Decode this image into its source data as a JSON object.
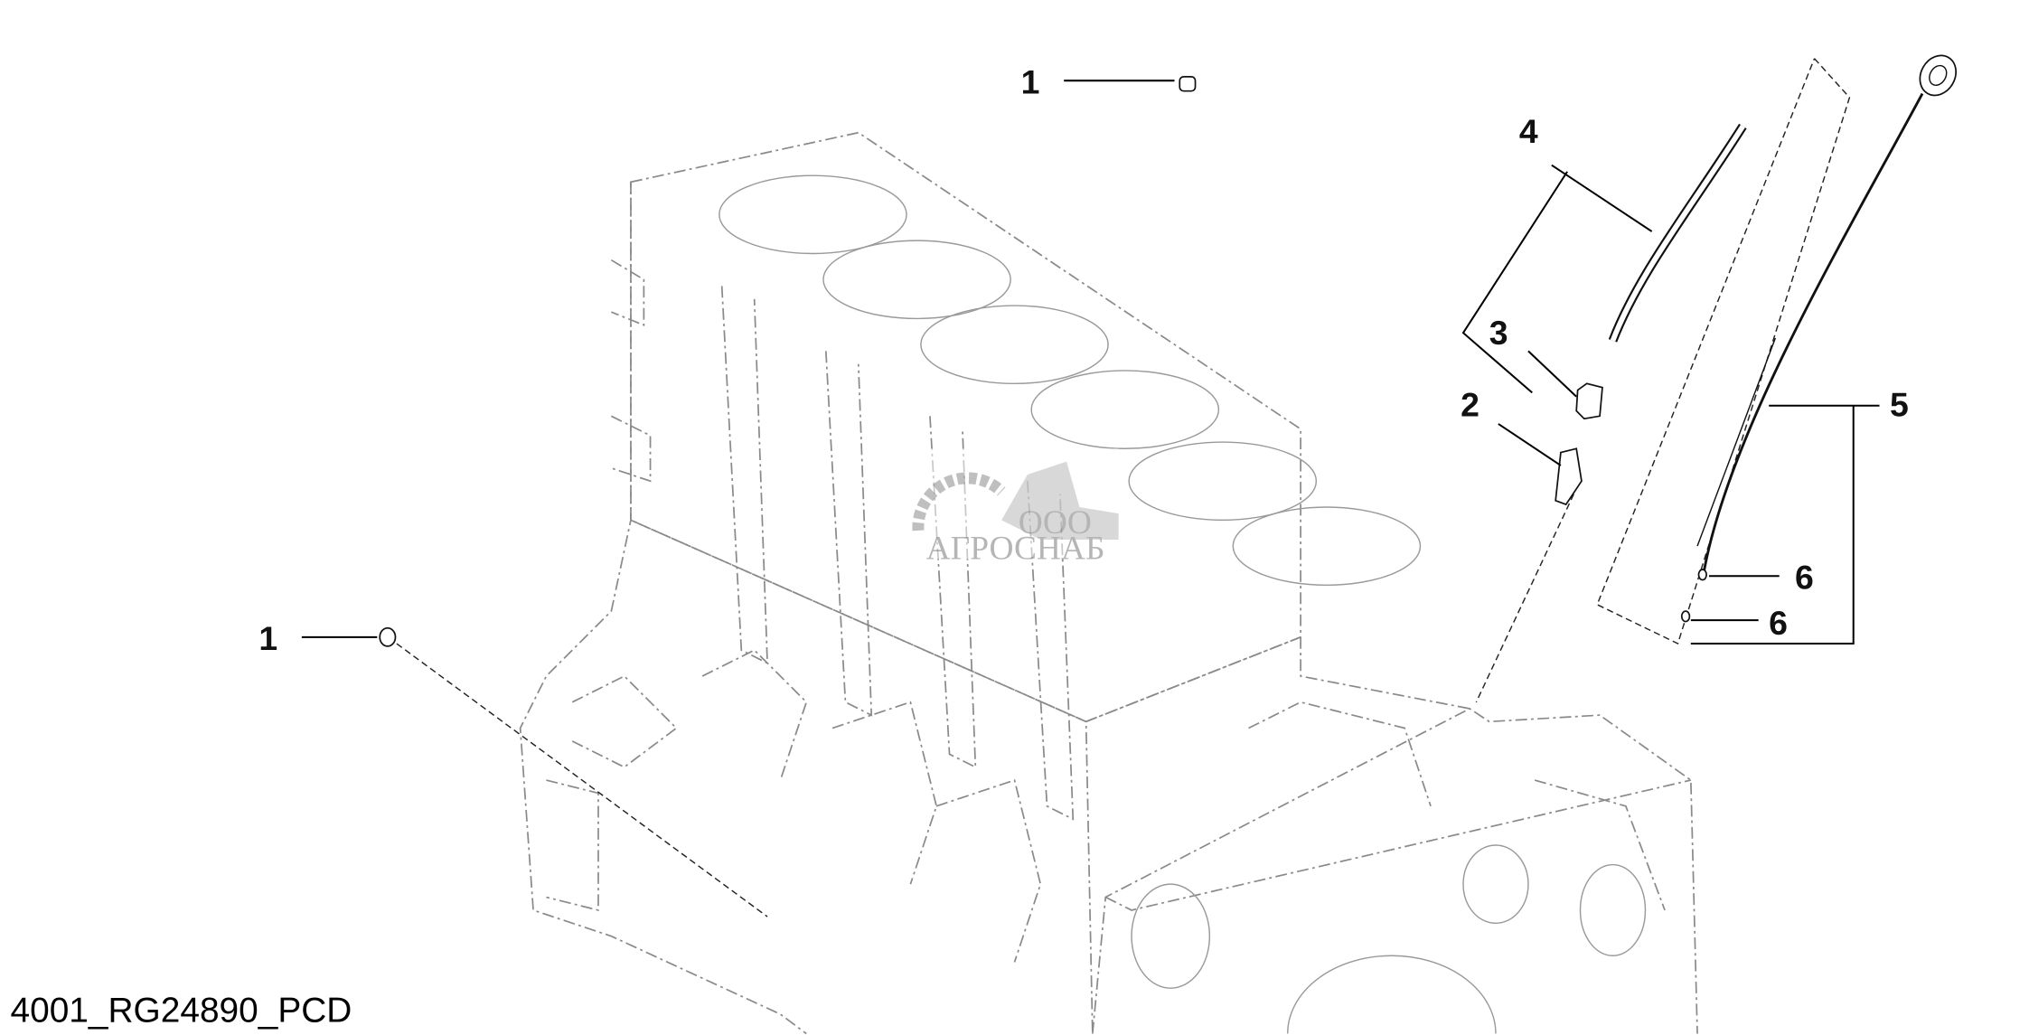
{
  "diagram": {
    "figure_code": "4001_RG24890_PCD",
    "callouts": [
      {
        "number": "1",
        "part": "plug-top"
      },
      {
        "number": "1",
        "part": "plug-side"
      },
      {
        "number": "2",
        "part": "fitting"
      },
      {
        "number": "3",
        "part": "nut"
      },
      {
        "number": "4",
        "part": "dipstick-tube"
      },
      {
        "number": "5",
        "part": "dipstick"
      },
      {
        "number": "6",
        "part": "o-ring-upper"
      },
      {
        "number": "6",
        "part": "o-ring-lower"
      }
    ],
    "watermark": {
      "prefix": "ООО",
      "name": "АГРОСНАБ"
    }
  }
}
